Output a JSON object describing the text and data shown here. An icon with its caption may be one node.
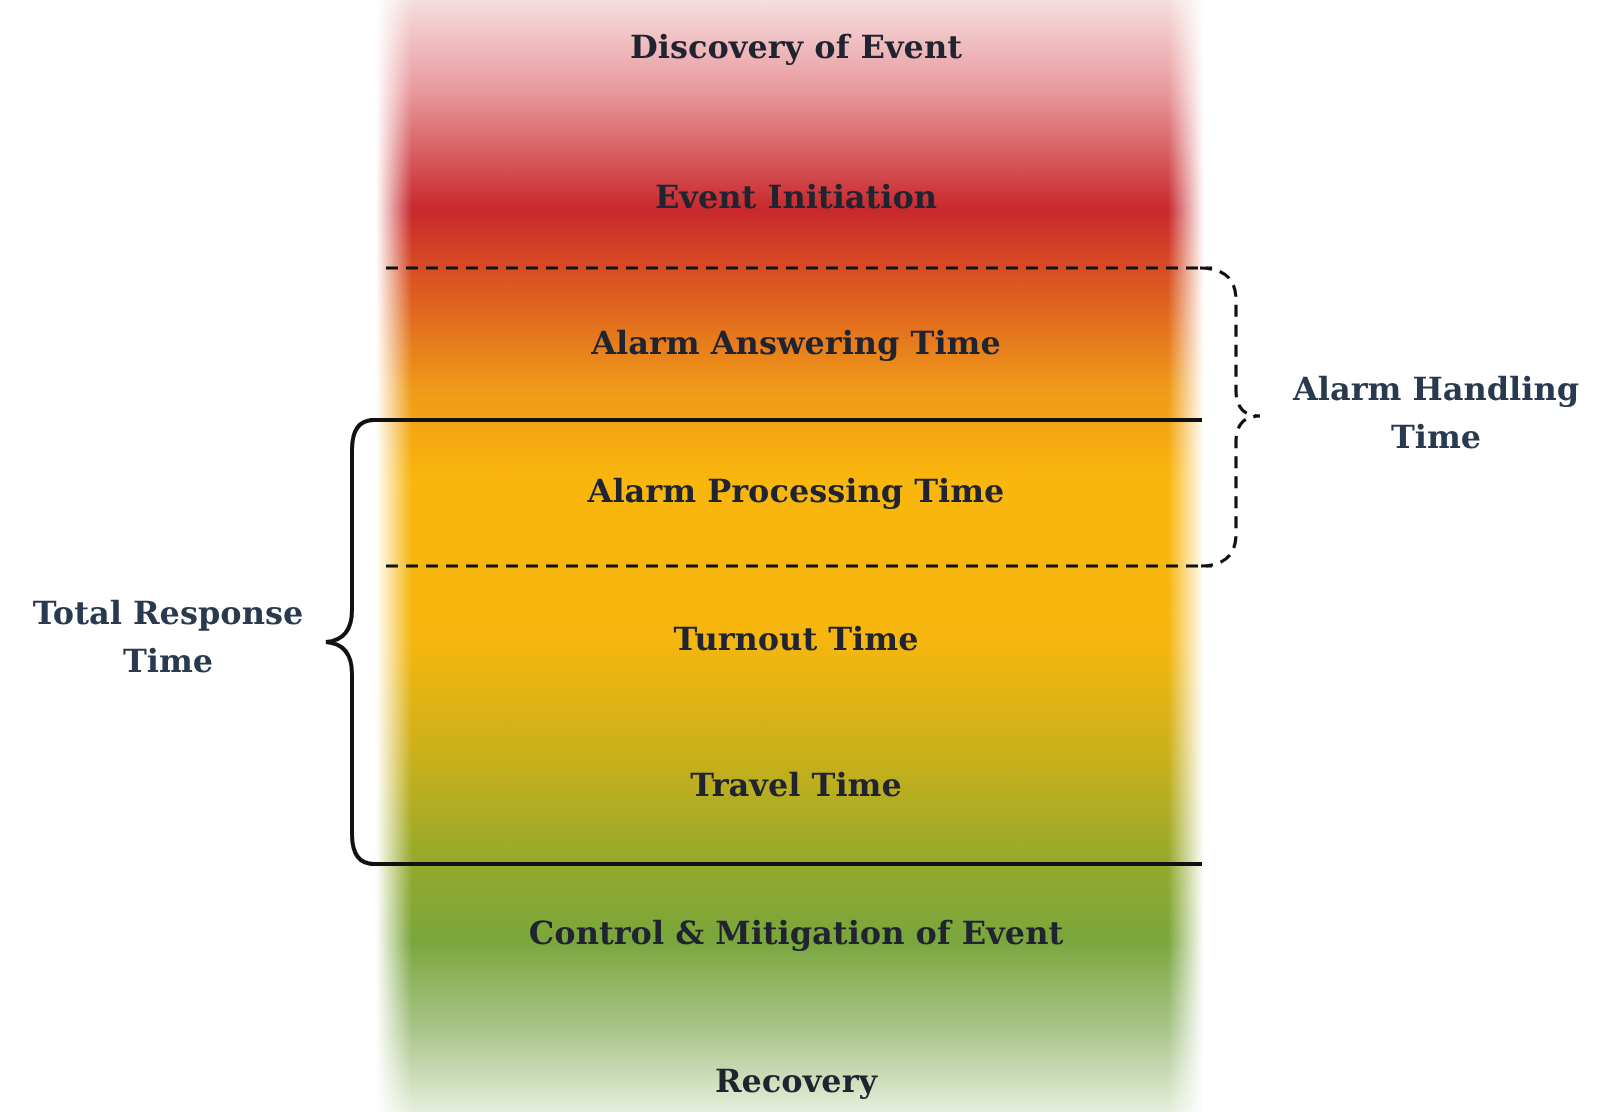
{
  "diagram": {
    "labels": [
      "Discovery of Event",
      "Event Initiation",
      "Alarm Answering Time",
      "Alarm Handling Time",
      "Alarm Processing Time",
      "Total Response Time",
      "Turnout Time",
      "Travel Time",
      "Control & Mitigation of Event",
      "Recovery"
    ]
  }
}
